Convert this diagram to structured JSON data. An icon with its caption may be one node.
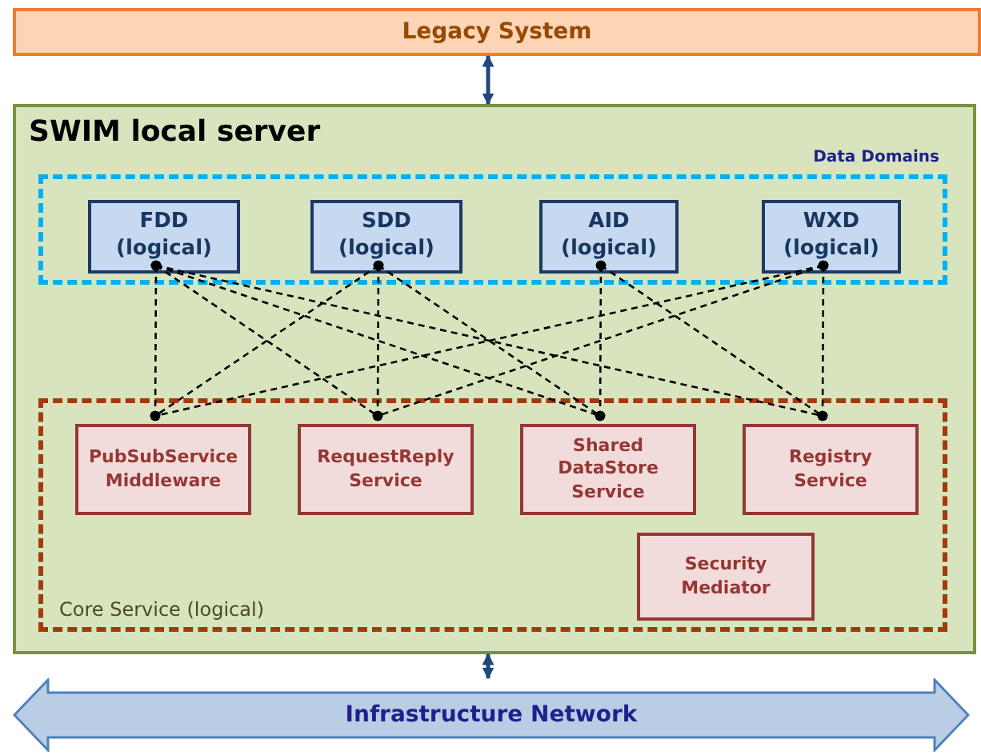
{
  "diagram": {
    "nodes": [
      {
        "text": [
          "Legacy System"
        ]
      },
      {
        "text": [
          "SWIM local server"
        ]
      },
      {
        "text": [
          "Data Domains"
        ],
        "in": 1
      },
      {
        "text": [
          "FDD (logical)"
        ],
        "in": 2
      },
      {
        "text": [
          "SDD (logical)"
        ],
        "in": 2
      },
      {
        "text": [
          "AID (logical)"
        ],
        "in": 2
      },
      {
        "text": [
          "WXD (logical)"
        ],
        "in": 2
      },
      {
        "text": [
          "Core Service (logical)"
        ],
        "in": 1
      },
      {
        "text": [
          "PubSubService Middleware"
        ],
        "in": 7
      },
      {
        "text": [
          "RequestReply Service"
        ],
        "in": 7
      },
      {
        "text": [
          "Shared DataStore Service"
        ],
        "in": 7
      },
      {
        "text": [
          "Registry Service"
        ],
        "in": 7
      },
      {
        "text": [
          "Security Mediator"
        ],
        "in": 7
      },
      {
        "text": [
          "Infrastructure Network"
        ]
      }
    ],
    "edges": [
      {
        "from": 0,
        "to": 1,
        "arrow": "both",
        "color": "#1f497d"
      },
      {
        "from": 1,
        "to": 13,
        "arrow": "both",
        "color": "#1f497d"
      },
      {
        "from": 3,
        "to": 8,
        "arrow": "other",
        "style": "dashed"
      },
      {
        "from": 3,
        "to": 9,
        "arrow": "other",
        "style": "dashed"
      },
      {
        "from": 3,
        "to": 10,
        "arrow": "other",
        "style": "dashed"
      },
      {
        "from": 3,
        "to": 11,
        "arrow": "other",
        "style": "dashed"
      },
      {
        "from": 4,
        "to": 8,
        "arrow": "other",
        "style": "dashed"
      },
      {
        "from": 4,
        "to": 9,
        "arrow": "other",
        "style": "dashed"
      },
      {
        "from": 4,
        "to": 10,
        "arrow": "other",
        "style": "dashed"
      },
      {
        "from": 5,
        "to": 10,
        "arrow": "other",
        "style": "dashed"
      },
      {
        "from": 5,
        "to": 11,
        "arrow": "other",
        "style": "dashed"
      },
      {
        "from": 6,
        "to": 8,
        "arrow": "other",
        "style": "dashed"
      },
      {
        "from": 6,
        "to": 9,
        "arrow": "other",
        "style": "dashed"
      },
      {
        "from": 6,
        "to": 11,
        "arrow": "other",
        "style": "dashed"
      }
    ]
  }
}
